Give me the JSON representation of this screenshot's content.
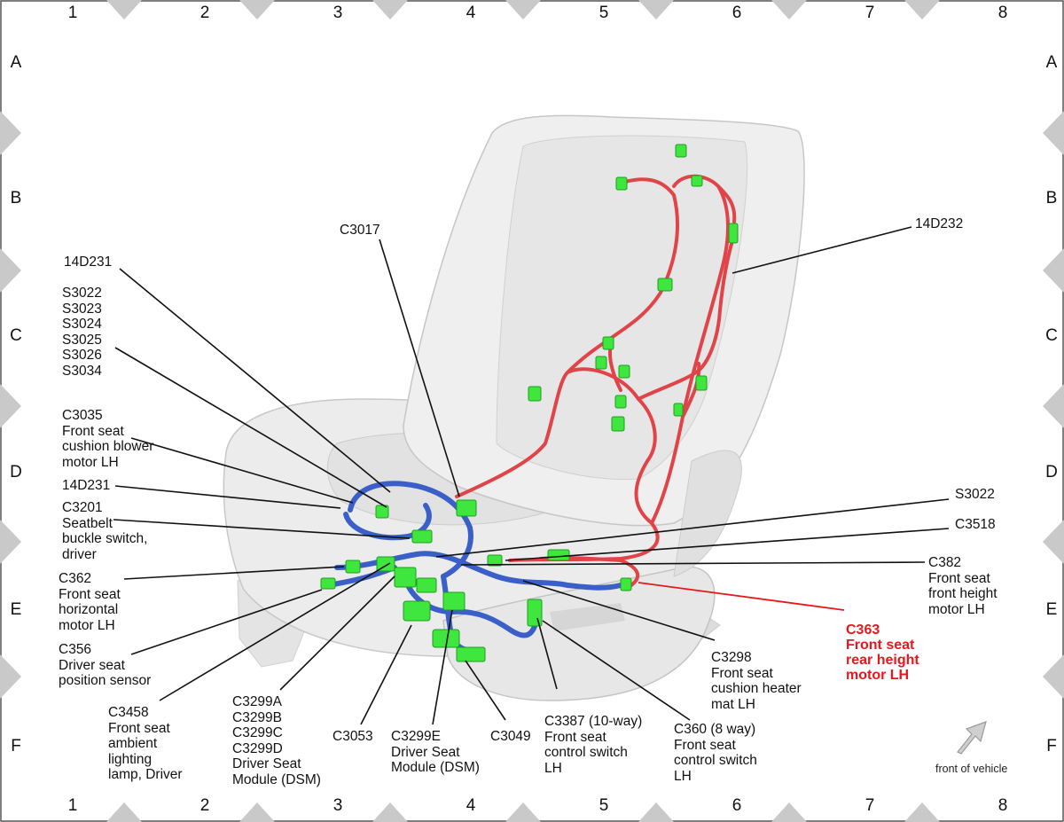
{
  "grid": {
    "columns": [
      "1",
      "2",
      "3",
      "4",
      "5",
      "6",
      "7",
      "8"
    ],
    "rows": [
      "A",
      "B",
      "C",
      "D",
      "E",
      "F"
    ]
  },
  "callouts": {
    "c3017": "C3017",
    "h14d232": "14D232",
    "h14d231_top": "14D231",
    "splices": [
      "S3022",
      "S3023",
      "S3024",
      "S3025",
      "S3026",
      "S3034"
    ],
    "c3035": [
      "C3035",
      "Front seat",
      "cushion blower",
      "motor LH"
    ],
    "h14d231_mid": "14D231",
    "c3201": [
      "C3201",
      "Seatbelt",
      "buckle switch,",
      "driver"
    ],
    "c362": [
      "C362",
      "Front seat",
      "horizontal",
      "motor LH"
    ],
    "c356": [
      "C356",
      "Driver seat",
      "position sensor"
    ],
    "c3458": [
      "C3458",
      "Front seat",
      "ambient",
      "lighting",
      "lamp, Driver"
    ],
    "c3299": [
      "C3299A",
      "C3299B",
      "C3299C",
      "C3299D",
      "Driver Seat",
      "Module (DSM)"
    ],
    "c3053": "C3053",
    "c3299e": [
      "C3299E",
      "Driver Seat",
      "Module (DSM)"
    ],
    "c3049": "C3049",
    "c3387": [
      "C3387 (10-way)",
      "Front seat",
      "control switch",
      "LH"
    ],
    "c360": [
      "C360 (8 way)",
      "Front seat",
      "control switch",
      "LH"
    ],
    "c3298": [
      "C3298",
      "Front seat",
      "cushion heater",
      "mat LH"
    ],
    "s3022": "S3022",
    "c3518": "C3518",
    "c382": [
      "C382",
      "Front seat",
      "front height",
      "motor LH"
    ],
    "c363": [
      "C363",
      "Front seat",
      "rear height",
      "motor LH"
    ]
  },
  "front_of_vehicle": "front of vehicle",
  "colors": {
    "harness_red": "#e04448",
    "harness_blue": "#3a5fc8",
    "connector_green": "#3ee63e",
    "highlight_red": "#e8171b",
    "seat_gray": "#e9e9e9"
  }
}
